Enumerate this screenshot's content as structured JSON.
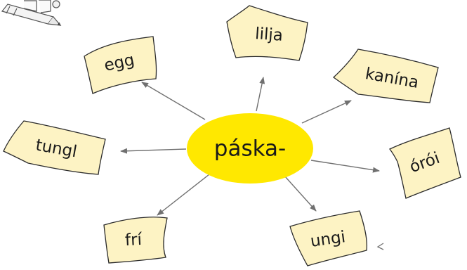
{
  "hub": {
    "label": "páska-",
    "color": "#ffe800"
  },
  "cards": [
    {
      "id": "egg",
      "label": "egg"
    },
    {
      "id": "lilja",
      "label": "lilja"
    },
    {
      "id": "kanina",
      "label": "kanína"
    },
    {
      "id": "oroi",
      "label": "órói"
    },
    {
      "id": "ungi",
      "label": "ungi"
    },
    {
      "id": "fri",
      "label": "frí"
    },
    {
      "id": "tungl",
      "label": "tungl"
    }
  ],
  "colors": {
    "card_fill": "#fdf3c4",
    "card_stroke": "#2b2b2b",
    "arrow": "#707070"
  },
  "icons": [
    "pencil-sketch-icon"
  ]
}
